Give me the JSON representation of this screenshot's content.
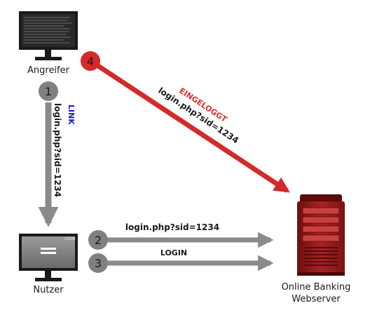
{
  "nodes": {
    "attacker": {
      "label": "Angreifer",
      "icon": "monitor-icon"
    },
    "user": {
      "label": "Nutzer",
      "icon": "monitor-icon",
      "screen_title": "LOGIN"
    },
    "server": {
      "label_line1": "Online Banking",
      "label_line2": "Webserver",
      "icon": "server-tower-icon"
    }
  },
  "steps": [
    {
      "number": "1",
      "color": "#808080"
    },
    {
      "number": "2",
      "color": "#808080"
    },
    {
      "number": "3",
      "color": "#808080"
    },
    {
      "number": "4",
      "color": "#d42a2a"
    }
  ],
  "edges": {
    "step1": {
      "keyword": "LINK",
      "text": "login.php?sid=1234",
      "keyword_color": "#1a1acc"
    },
    "step2": {
      "text": "login.php?sid=1234"
    },
    "step3": {
      "text": "LOGIN"
    },
    "step4": {
      "keyword": "EINGELOGGT",
      "text": "login.php?sid=1234",
      "keyword_color": "#e03030"
    }
  },
  "colors": {
    "arrow_gray": "#8a8a8a",
    "arrow_red": "#d42a2a",
    "server_red": "#9c1c1c"
  }
}
